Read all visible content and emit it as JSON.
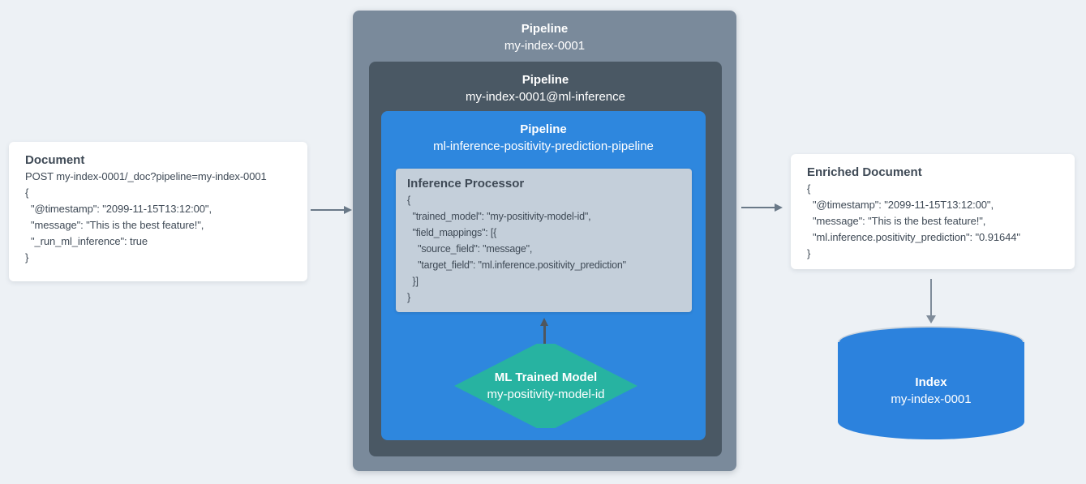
{
  "colors": {
    "background": "#edf1f5",
    "outer_pipeline": "#7a8a9b",
    "ml_pipeline": "#4a5864",
    "inference_pipeline": "#2e87de",
    "processor_panel": "#c4cfda",
    "model_hexagon": "#27b3a1",
    "index_cylinder": "#2c82dd",
    "card_text": "#3f4a56",
    "arrow": "#6a7988",
    "arrow_dark": "#4f565e",
    "arrow_light": "#7f8c9a",
    "white_text": "#ffffff"
  },
  "document_card": {
    "title": "Document",
    "lines": [
      "POST my-index-0001/_doc?pipeline=my-index-0001",
      "{",
      "  \"@timestamp\": \"2099-11-15T13:12:00\",",
      "  \"message\": \"This is the best feature!\",",
      "  \"_run_ml_inference\": true",
      "}"
    ]
  },
  "outer_pipeline": {
    "title": "Pipeline",
    "name": "my-index-0001"
  },
  "ml_inference_pipeline": {
    "title": "Pipeline",
    "name": "my-index-0001@ml-inference"
  },
  "inference_pipeline": {
    "title": "Pipeline",
    "name": "ml-inference-positivity-prediction-pipeline"
  },
  "inference_processor": {
    "title": "Inference Processor",
    "lines": [
      "{",
      "  \"trained_model\": \"my-positivity-model-id\",",
      "  \"field_mappings\": [{",
      "    \"source_field\": \"message\",",
      "    \"target_field\": \"ml.inference.positivity_prediction\"",
      "  }]",
      "}"
    ]
  },
  "ml_trained_model": {
    "title": "ML Trained Model",
    "name": "my-positivity-model-id"
  },
  "enriched_document_card": {
    "title": "Enriched Document",
    "lines": [
      "{",
      "  \"@timestamp\": \"2099-11-15T13:12:00\",",
      "  \"message\": \"This is the best feature!\",",
      "  \"ml.inference.positivity_prediction\": \"0.91644\"",
      "}"
    ]
  },
  "index": {
    "title": "Index",
    "name": "my-index-0001"
  }
}
